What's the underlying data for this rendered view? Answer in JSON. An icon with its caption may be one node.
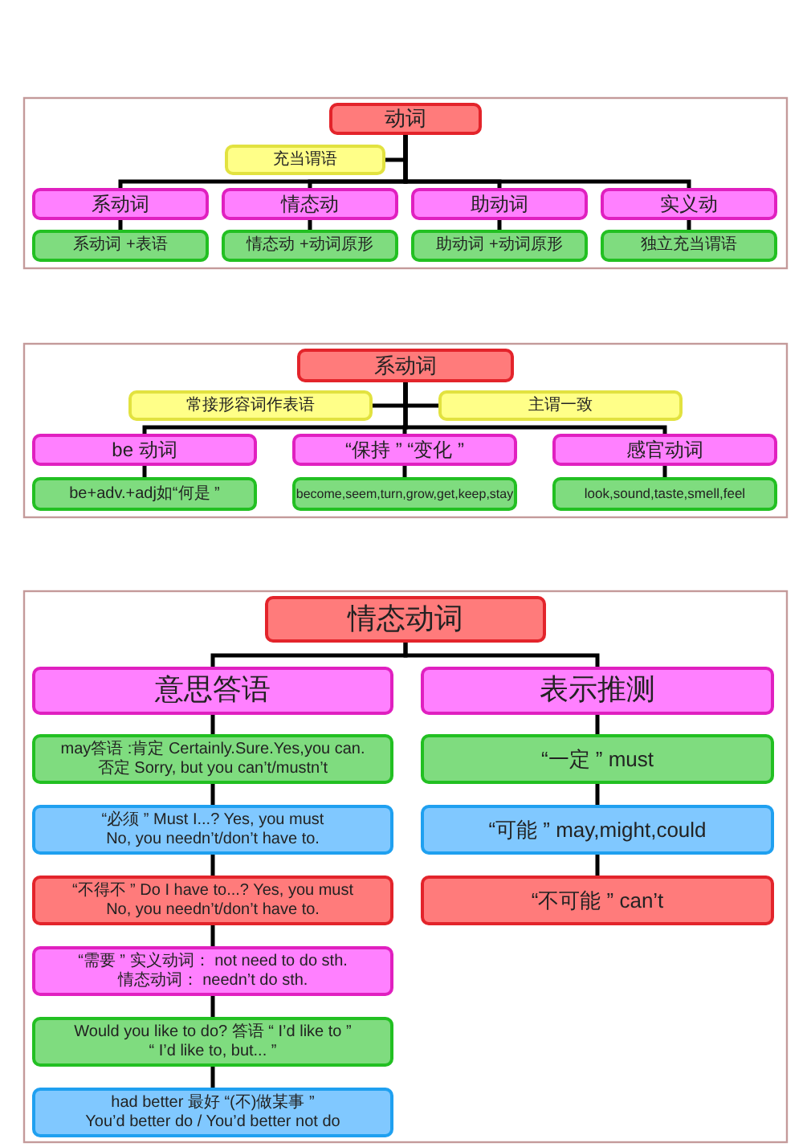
{
  "diagram": {
    "nodes": [
      {
        "text": [
          "动词"
        ]
      },
      {
        "text": [
          "充当谓语"
        ]
      },
      {
        "text": [
          "系动词"
        ]
      },
      {
        "text": [
          "情态动"
        ]
      },
      {
        "text": [
          "助动词"
        ]
      },
      {
        "text": [
          "实义动"
        ]
      },
      {
        "text": [
          "系动词 +表语"
        ]
      },
      {
        "text": [
          "情态动 +动词原形"
        ]
      },
      {
        "text": [
          "助动词 +动词原形"
        ]
      },
      {
        "text": [
          "独立充当谓语"
        ]
      },
      {
        "text": [
          "系动词"
        ]
      },
      {
        "text": [
          "常接形容词作表语"
        ]
      },
      {
        "text": [
          "主谓一致"
        ]
      },
      {
        "text": [
          "be 动词"
        ]
      },
      {
        "text": [
          "“保持 ” “变化 ”"
        ]
      },
      {
        "text": [
          "感官动词"
        ]
      },
      {
        "text": [
          "be+adv.+adj如“何是 ”"
        ]
      },
      {
        "text": [
          "become,seem,turn,grow,get,keep,stay"
        ]
      },
      {
        "text": [
          "look,sound,taste,smell,feel"
        ]
      },
      {
        "text": [
          "情态动词"
        ]
      },
      {
        "text": [
          "意思答语"
        ]
      },
      {
        "text": [
          "表示推测"
        ]
      },
      {
        "text": [
          "may答语 :肯定 Certainly.Sure.Yes,you can.",
          "否定 Sorry, but you can’t/mustn’t"
        ]
      },
      {
        "text": [
          "“必须 ” Must I...? Yes, you must",
          "No, you needn’t/don’t have to."
        ]
      },
      {
        "text": [
          "“不得不 ” Do I have to...? Yes, you must",
          "No, you needn’t/don’t have to."
        ]
      },
      {
        "text": [
          "“需要 ” 实义动词： not need to do sth.",
          "情态动词： needn’t do sth."
        ]
      },
      {
        "text": [
          "Would you like to do? 答语 “ I’d like to ”",
          "“ I’d like to, but... ”"
        ]
      },
      {
        "text": [
          "had better 最好 “(不)做某事 ”",
          "You’d better do / You’d better not do"
        ]
      },
      {
        "text": [
          "“一定 ” must"
        ]
      },
      {
        "text": [
          "“可能 ” may,might,could"
        ]
      },
      {
        "text": [
          "“不可能 ” can’t"
        ]
      }
    ],
    "edges": [
      {
        "from": 0,
        "to": 1,
        "arrow": "none"
      },
      {
        "from": 0,
        "to": 2,
        "arrow": "none"
      },
      {
        "from": 0,
        "to": 3,
        "arrow": "none"
      },
      {
        "from": 0,
        "to": 4,
        "arrow": "none"
      },
      {
        "from": 0,
        "to": 5,
        "arrow": "none"
      },
      {
        "from": 2,
        "to": 6,
        "arrow": "none"
      },
      {
        "from": 3,
        "to": 7,
        "arrow": "none"
      },
      {
        "from": 4,
        "to": 8,
        "arrow": "none"
      },
      {
        "from": 5,
        "to": 9,
        "arrow": "none"
      },
      {
        "from": 10,
        "to": 11,
        "arrow": "none"
      },
      {
        "from": 10,
        "to": 12,
        "arrow": "none"
      },
      {
        "from": 10,
        "to": 13,
        "arrow": "none"
      },
      {
        "from": 10,
        "to": 14,
        "arrow": "none"
      },
      {
        "from": 10,
        "to": 15,
        "arrow": "none"
      },
      {
        "from": 13,
        "to": 16,
        "arrow": "none"
      },
      {
        "from": 14,
        "to": 17,
        "arrow": "none"
      },
      {
        "from": 15,
        "to": 18,
        "arrow": "none"
      },
      {
        "from": 19,
        "to": 20,
        "arrow": "none"
      },
      {
        "from": 19,
        "to": 21,
        "arrow": "none"
      },
      {
        "from": 20,
        "to": 22,
        "arrow": "none"
      },
      {
        "from": 22,
        "to": 23,
        "arrow": "none"
      },
      {
        "from": 23,
        "to": 24,
        "arrow": "none"
      },
      {
        "from": 24,
        "to": 25,
        "arrow": "none"
      },
      {
        "from": 25,
        "to": 26,
        "arrow": "none"
      },
      {
        "from": 26,
        "to": 27,
        "arrow": "none"
      },
      {
        "from": 21,
        "to": 28,
        "arrow": "none"
      },
      {
        "from": 28,
        "to": 29,
        "arrow": "none"
      },
      {
        "from": 29,
        "to": 30,
        "arrow": "none"
      }
    ]
  }
}
